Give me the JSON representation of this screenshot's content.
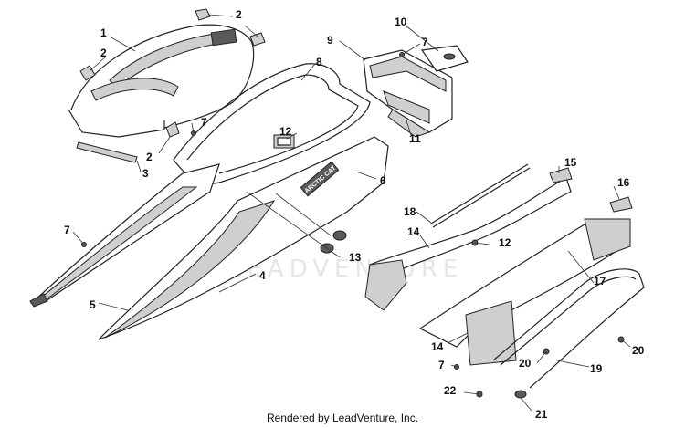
{
  "callouts": {
    "c1": "1",
    "c2a": "2",
    "c2b": "2",
    "c2c": "2",
    "c3": "3",
    "c4": "4",
    "c5": "5",
    "c6": "6",
    "c7a": "7",
    "c7b": "7",
    "c7c": "7",
    "c7d": "7",
    "c8": "8",
    "c9": "9",
    "c10": "10",
    "c11": "11",
    "c12a": "12",
    "c12b": "12",
    "c13": "13",
    "c14a": "14",
    "c14b": "14",
    "c15": "15",
    "c16": "16",
    "c17": "17",
    "c18": "18",
    "c19": "19",
    "c20a": "20",
    "c20b": "20",
    "c21": "21",
    "c22": "22"
  },
  "decal_text": "ARCTIC CAT",
  "watermark": "LEADVENTURE",
  "credit": "Rendered by LeadVenture, Inc."
}
